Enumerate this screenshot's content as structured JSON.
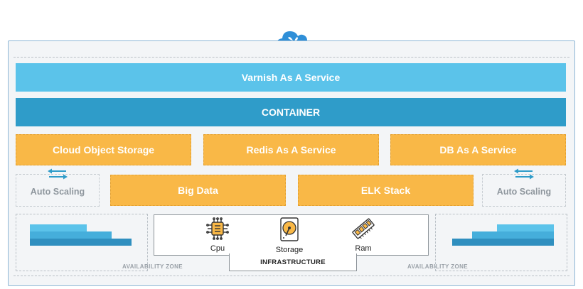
{
  "layers": {
    "varnish": "Varnish As A Service",
    "container": "CONTAINER"
  },
  "services": {
    "cloud_object_storage": "Cloud Object Storage",
    "redis": "Redis As A Service",
    "db": "DB As A Service",
    "big_data": "Big Data",
    "elk": "ELK Stack"
  },
  "auto_scaling": {
    "left": "Auto Scaling",
    "right": "Auto Scaling"
  },
  "infrastructure": {
    "title": "INFRASTRUCTURE",
    "cpu": "Cpu",
    "storage": "Storage",
    "ram": "Ram"
  },
  "availability_zone": {
    "left": "AVAILABILITY ZONE",
    "right": "AVAILABILITY ZONE"
  },
  "colors": {
    "light_blue": "#5bc3ea",
    "dark_blue": "#2f9cc9",
    "orange": "#f9b847",
    "cloud": "#2f8fd8"
  },
  "icons": [
    "cloud-icon",
    "swap-arrows-icon",
    "cpu-icon",
    "storage-icon",
    "ram-icon"
  ]
}
